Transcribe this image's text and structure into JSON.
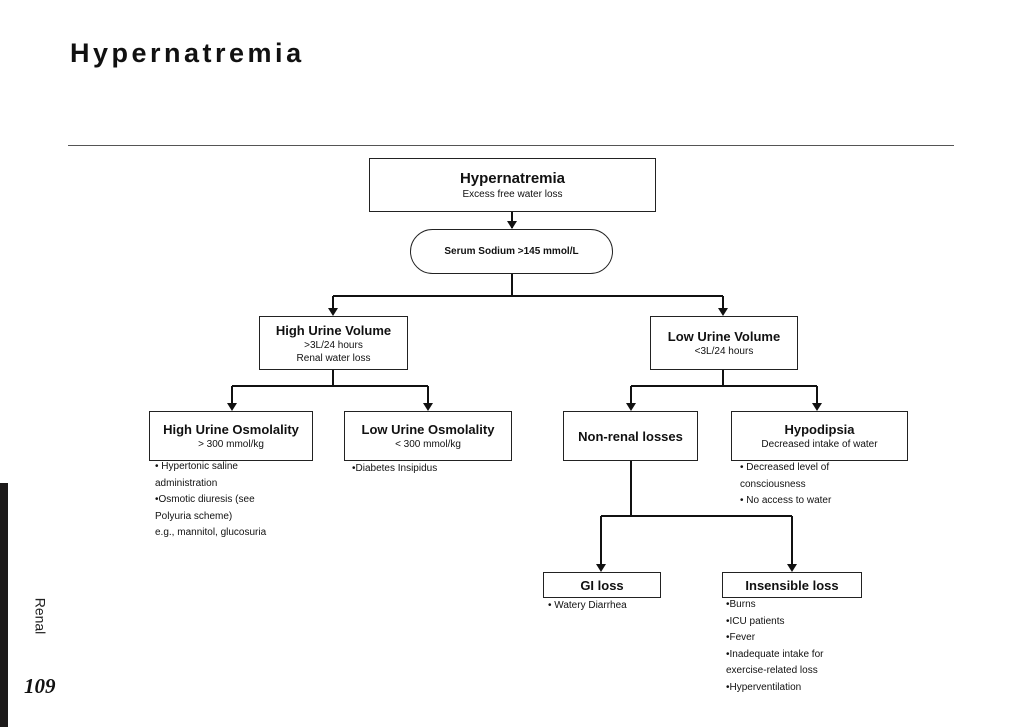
{
  "page": {
    "title": "Hypernatremia",
    "section": "Renal",
    "page_number": "109"
  },
  "root": {
    "title": "Hypernatremia",
    "subtitle": "Excess free water loss"
  },
  "criterion": "Serum Sodium >145 mmol/L",
  "high_volume": {
    "title": "High Urine Volume",
    "line1": ">3L/24 hours",
    "line2": "Renal water loss"
  },
  "low_volume": {
    "title": "Low Urine Volume",
    "line1": "<3L/24 hours"
  },
  "high_osm": {
    "title": "High Urine Osmolality",
    "subtitle": "> 300 mmol/kg",
    "notes": [
      "• Hypertonic saline",
      "administration",
      "•Osmotic diuresis (see",
      "Polyuria scheme)",
      "e.g., mannitol, glucosuria"
    ]
  },
  "low_osm": {
    "title": "Low Urine Osmolality",
    "subtitle": "< 300 mmol/kg",
    "notes": [
      "•Diabetes Insipidus"
    ]
  },
  "nonrenal": {
    "title": "Non-renal losses"
  },
  "hypodipsia": {
    "title": "Hypodipsia",
    "subtitle": "Decreased intake of water",
    "notes": [
      "• Decreased level of",
      "consciousness",
      "• No access to water"
    ]
  },
  "gi": {
    "title": "GI loss",
    "notes": [
      "• Watery Diarrhea"
    ]
  },
  "insensible": {
    "title": "Insensible loss",
    "notes": [
      "•Burns",
      "•ICU patients",
      "•Fever",
      "•Inadequate intake for",
      "exercise-related loss",
      "•Hyperventilation"
    ]
  }
}
